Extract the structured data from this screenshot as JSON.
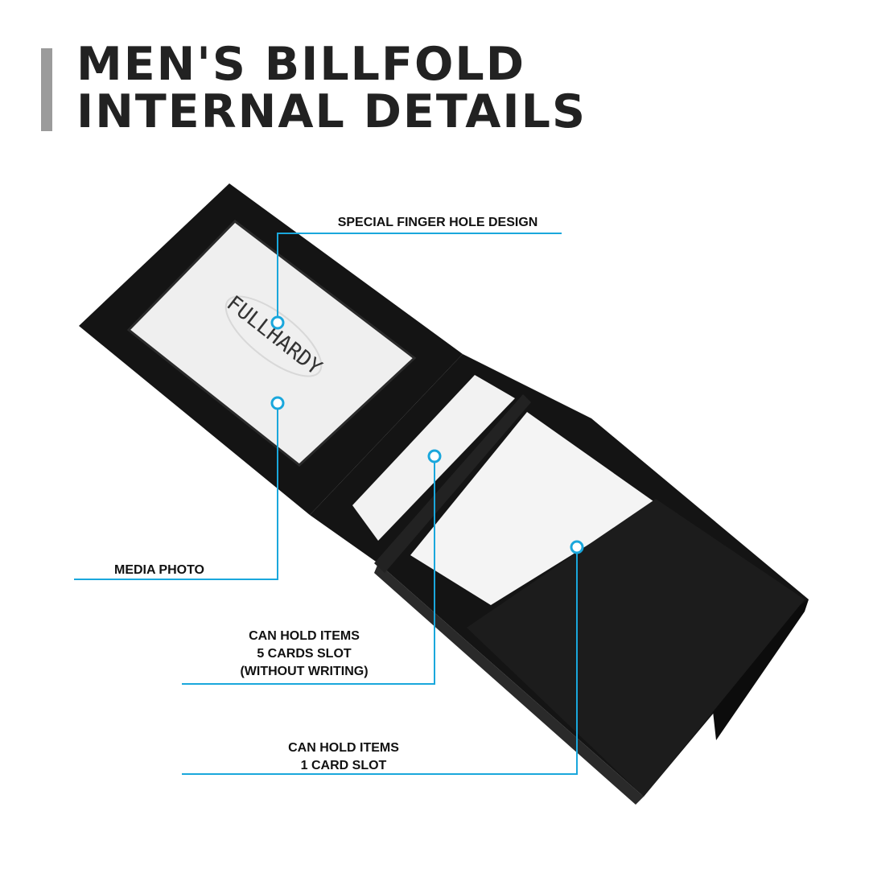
{
  "header": {
    "title_line1": "MEN'S BILLFOLD",
    "title_line2": "INTERNAL DETAILS"
  },
  "product": {
    "brand_embossed": "FULLHARDY"
  },
  "callouts": [
    {
      "lines": [
        "SPECIAL FINGER HOLE DESIGN"
      ]
    },
    {
      "lines": [
        "MEDIA PHOTO"
      ]
    },
    {
      "lines": [
        "CAN HOLD ITEMS",
        "5 CARDS SLOT",
        "(WITHOUT WRITING)"
      ]
    },
    {
      "lines": [
        "CAN HOLD ITEMS",
        "1 CARD SLOT"
      ]
    }
  ],
  "colors": {
    "accent": "#1aa7dc",
    "title": "#222222",
    "bar": "#9b9b9b",
    "leather": "#141414"
  }
}
